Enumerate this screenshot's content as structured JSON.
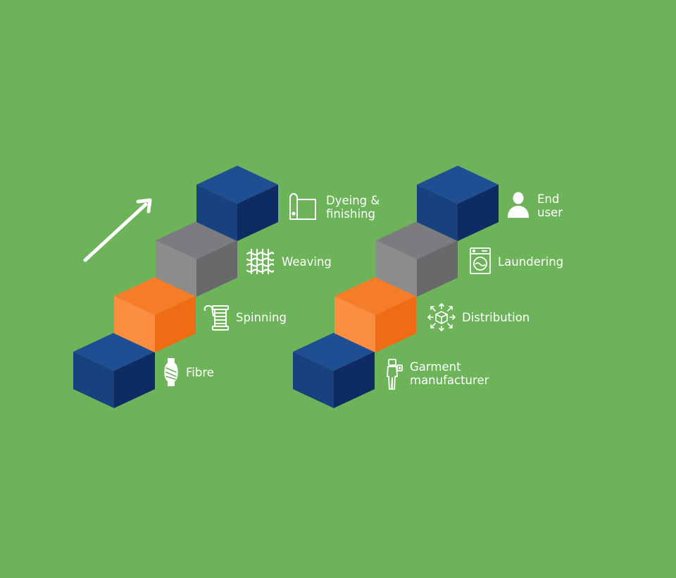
{
  "colors": {
    "background": "#6db35a",
    "navy": [
      "#17417f",
      "#0e2b63",
      "#1f4f92"
    ],
    "gray": [
      "#8c8c8f",
      "#69696c",
      "#7c7c80"
    ],
    "orange": [
      "#fc8e41",
      "#f06c14",
      "#f57d28"
    ],
    "icon_white": "#ffffff"
  },
  "left_stack": {
    "steps": [
      {
        "id": "fibre",
        "label_lines": [
          "Fibre"
        ],
        "icon": "fibre-bobbin-icon",
        "color": "navy"
      },
      {
        "id": "spinning",
        "label_lines": [
          "Spinning"
        ],
        "icon": "yarn-spool-icon",
        "color": "orange"
      },
      {
        "id": "weaving",
        "label_lines": [
          "Weaving"
        ],
        "icon": "woven-fabric-icon",
        "color": "gray"
      },
      {
        "id": "dyeing",
        "label_lines": [
          "Dyeing &",
          "finishing"
        ],
        "icon": "fabric-roll-icon",
        "color": "navy"
      }
    ]
  },
  "right_stack": {
    "steps": [
      {
        "id": "garment",
        "label_lines": [
          "Garment",
          "manufacturer"
        ],
        "icon": "worker-icon",
        "color": "navy"
      },
      {
        "id": "distribution",
        "label_lines": [
          "Distribution"
        ],
        "icon": "box-distribution-icon",
        "color": "orange"
      },
      {
        "id": "laundering",
        "label_lines": [
          "Laundering"
        ],
        "icon": "washing-machine-icon",
        "color": "gray"
      },
      {
        "id": "end_user",
        "label_lines": [
          "End",
          "user"
        ],
        "icon": "user-icon",
        "color": "navy"
      }
    ]
  },
  "arrow": {
    "icon": "progress-arrow-icon",
    "direction": "up-right"
  }
}
